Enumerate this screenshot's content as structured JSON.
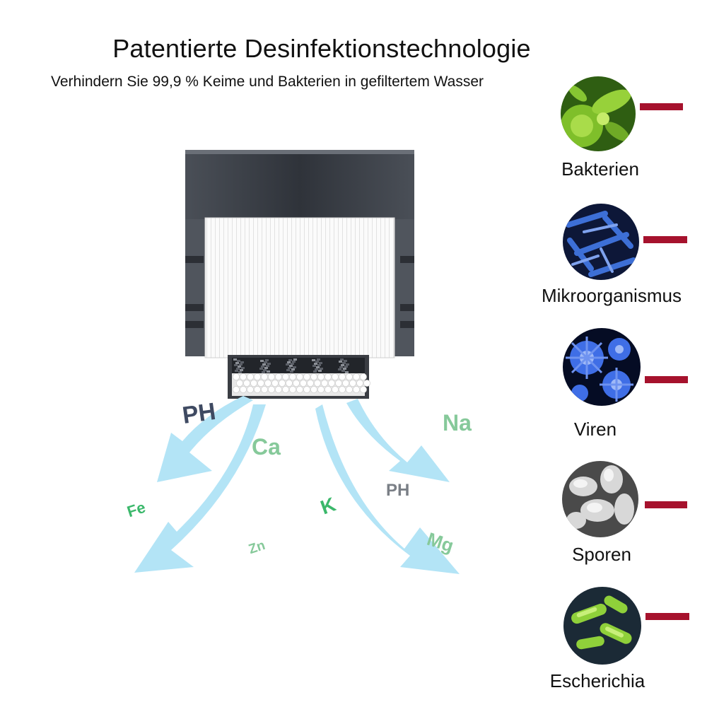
{
  "header": {
    "title": "Patentierte Desinfektionstechnologie",
    "subtitle": "Verhindern Sie 99,9 % Keime und Bakterien in gefiltertem Wasser"
  },
  "colors": {
    "arrow": "#b3e4f6",
    "filter_dark": "#3c4048",
    "mineral_green": "#3bb86b",
    "mineral_light_green": "#86c99a",
    "ph_navy": "#3f4a62",
    "ph_gray": "#7a7f86",
    "bar_red": "#a6122d"
  },
  "minerals": {
    "ph_top": "PH",
    "ca": "Ca",
    "na": "Na",
    "fe": "Fe",
    "zn": "Zn",
    "k": "K",
    "ph_bottom": "PH",
    "mg": "Mg"
  },
  "organisms": [
    {
      "label": "Bakterien",
      "icon": "bacteria-icon"
    },
    {
      "label": "Mikroorganismus",
      "icon": "microorganism-icon"
    },
    {
      "label": "Viren",
      "icon": "virus-icon"
    },
    {
      "label": "Sporen",
      "icon": "spore-icon"
    },
    {
      "label": "Escherichia",
      "icon": "escherichia-icon"
    }
  ]
}
